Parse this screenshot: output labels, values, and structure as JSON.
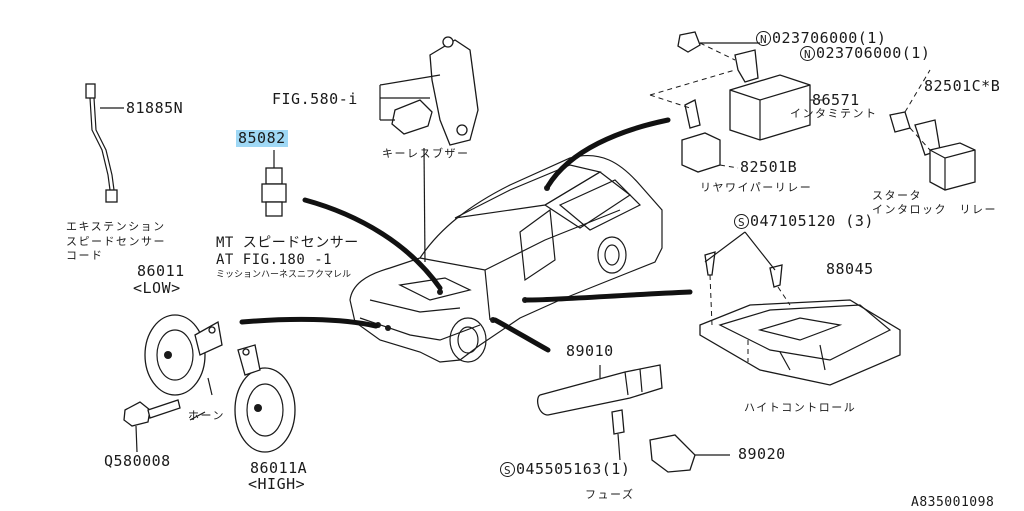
{
  "labels": {
    "p81885n": "81885N",
    "ext_cord_1": "エキステンション",
    "ext_cord_2": "スピードセンサー",
    "ext_cord_3": "コード",
    "p85082": "85082",
    "mt_speed": "MT スピードセンサー",
    "at_fig": "AT FIG.180 -1",
    "mission_note": "ミッションハーネスニフクマレル",
    "fig580": "FIG.580-i",
    "keyless": "キーレスブザー",
    "n1": "N",
    "p023706000_1": "023706000(1)",
    "n2": "N",
    "p023706000_2": "023706000(1)",
    "p86571": "86571",
    "intamitent": "インタミテント",
    "p82501b": "82501B",
    "rear_wiper": "リヤワイパーリレー",
    "p82501c": "82501C*B",
    "starter_1": "スタータ",
    "starter_2": "インタロック　リレー",
    "s1": "S",
    "p047105120": "047105120 (3)",
    "p88045": "88045",
    "height_ctrl": "ハイトコントロール",
    "p86011": "86011",
    "low": "<LOW>",
    "horn": "ホーン",
    "q580008": "Q580008",
    "p86011a": "86011A",
    "high": "<HIGH>",
    "p89010": "89010",
    "s2": "S",
    "p045505163": "045505163(1)",
    "p89020": "89020",
    "fuse": "フューズ",
    "diagram_id": "A835001098"
  },
  "colors": {
    "highlight": "#9fd8f5",
    "ink": "#1a1a1a"
  }
}
